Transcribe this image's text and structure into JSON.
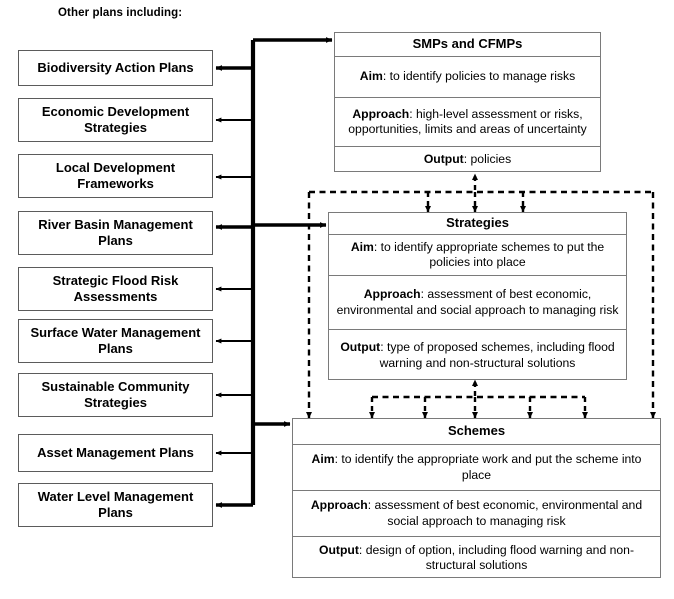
{
  "caption": "Other plans including:",
  "colors": {
    "box_border": "#5b5b5b",
    "panel_border": "#7a7a7a",
    "line": "#000000",
    "background": "#ffffff"
  },
  "other_plans": {
    "title": "Other plans including:",
    "items": [
      {
        "label": "Biodiversity Action Plans",
        "emphasis": "thick"
      },
      {
        "label": "Economic Development Strategies",
        "emphasis": "thin"
      },
      {
        "label": "Local Development Frameworks",
        "emphasis": "thin"
      },
      {
        "label": "River Basin Management Plans",
        "emphasis": "thick"
      },
      {
        "label": "Strategic Flood Risk Assessments",
        "emphasis": "thin"
      },
      {
        "label": "Surface Water Management Plans",
        "emphasis": "thin"
      },
      {
        "label": "Sustainable Community Strategies",
        "emphasis": "thin"
      },
      {
        "label": "Asset Management Plans",
        "emphasis": "thin"
      },
      {
        "label": "Water Level Management Plans",
        "emphasis": "thick"
      }
    ]
  },
  "stages": {
    "smps": {
      "title": "SMPs and CFMPs",
      "aim_label": "Aim",
      "aim_text": ":  to identify policies to manage risks",
      "approach_label": "Approach",
      "approach_text": ":  high-level assessment or risks, opportunities, limits and areas of uncertainty",
      "output_label": "Output",
      "output_text": ":  policies"
    },
    "strategies": {
      "title": "Strategies",
      "aim_label": "Aim",
      "aim_text": ":  to identify appropriate schemes to put the policies into place",
      "approach_label": "Approach",
      "approach_text": ":  assessment of best economic, environmental and social approach to managing risk",
      "output_label": "Output",
      "output_text": ":  type of proposed schemes, including flood warning and non-structural solutions"
    },
    "schemes": {
      "title": "Schemes",
      "aim_label": "Aim",
      "aim_text": ":  to identify the appropriate work and put the scheme into place",
      "approach_label": "Approach",
      "approach_text": ":  assessment of best economic, environmental and social approach to managing risk",
      "output_label": "Output",
      "output_text": ":  design of option, including flood warning and non-structural solutions"
    }
  },
  "connectors": {
    "spine_note": "vertical solid spine linking other plans to the three stages",
    "smps_to_strategies_arrows": 3,
    "strategies_to_schemes_arrows": 5,
    "strategies_to_smps_arrows": 1,
    "schemes_to_strategies_arrows": 1
  }
}
